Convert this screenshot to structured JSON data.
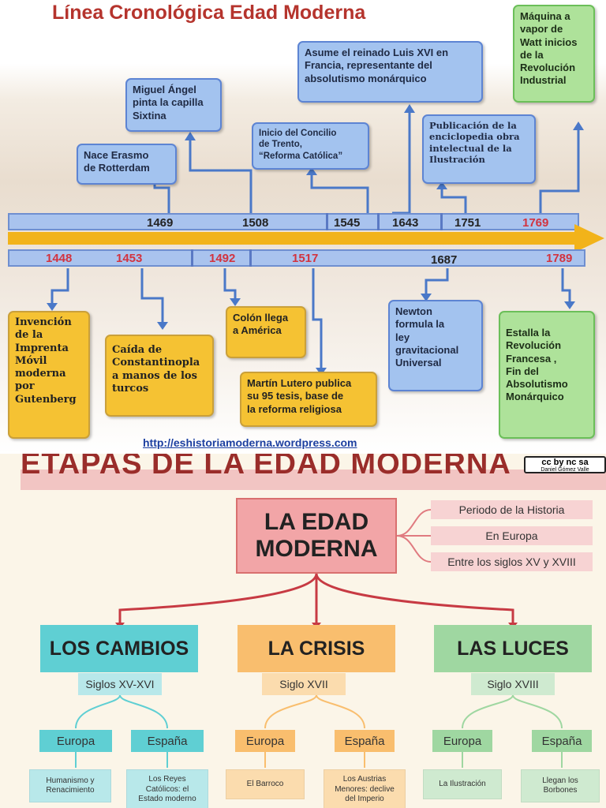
{
  "timeline": {
    "title": "Línea Cronológica Edad Moderna",
    "upper_years": [
      "1469",
      "1508",
      "1545",
      "1643",
      "1751",
      "1769"
    ],
    "lower_years": [
      "1448",
      "1453",
      "1492",
      "1517",
      "1687",
      "1789"
    ],
    "events_above": [
      {
        "text": "Nace Erasmo\nde Rotterdam",
        "year": "1469"
      },
      {
        "text": "Miguel Ángel\npinta la capilla\nSixtina",
        "year": "1508"
      },
      {
        "text": "Inicio del Concilio\nde Trento,\n“Reforma Católica”",
        "year": "1545"
      },
      {
        "text": "Asume el reinado Luis XVI  en\nFrancia,  representante del\nabsolutismo monárquico",
        "year": "1643"
      },
      {
        "text": "Publicación de la\nenciclopedia obra\nintelectual  de la\nIlustración",
        "year": "1751"
      },
      {
        "text": "Máquina a\nvapor de\nWatt inicios\nde la\nRevolución\nIndustrial",
        "year": "1769"
      }
    ],
    "events_below": [
      {
        "text": "Invención\nde la\nImprenta\nMóvil\nmoderna\npor\nGutenberg",
        "year": "1448"
      },
      {
        "text": "Caída de\nConstantinopla\na manos de los\nturcos",
        "year": "1453"
      },
      {
        "text": "Colón llega\na América",
        "year": "1492"
      },
      {
        "text": "Martín Lutero publica\nsu 95  tesis, base de\nla  reforma religiosa",
        "year": "1517"
      },
      {
        "text": "Newton\nformula la\nley\ngravitacional\nUniversal",
        "year": "1687"
      },
      {
        "text": "Estalla la\nRevolución\nFrancesa ,\nFin del\nAbsolutismo\nMonárquico",
        "year": "1789"
      }
    ],
    "source": "http://eshistoriamoderna.wordpress.com",
    "colors": {
      "blue_box": "#a3c3ef",
      "yellow_box": "#f5c233",
      "green_box": "#aee29a",
      "title": "#b5342d",
      "red_year": "#d2333f"
    }
  },
  "etapas": {
    "title": "ETAPAS DE LA EDAD MODERNA",
    "license": {
      "badge": "cc by nc sa",
      "author": "Daniel Gómez Valle"
    },
    "main": "LA EDAD\nMODERNA",
    "definitions": [
      "Periodo de la Historia",
      "En Europa",
      "Entre los siglos XV y XVIII"
    ],
    "stages": [
      {
        "name": "LOS CAMBIOS",
        "century": "Siglos XV-XVI",
        "regions": [
          "Europa",
          "España"
        ],
        "facts": [
          "Humanismo y\nRenacimiento",
          "Los Reyes\nCatólicos: el\nEstado moderno"
        ],
        "color": "#5fcfd3",
        "light": "#b8e8ea"
      },
      {
        "name": "LA CRISIS",
        "century": "Siglo XVII",
        "regions": [
          "Europa",
          "España"
        ],
        "facts": [
          "El Barroco",
          "Los Austrias\nMenores: declive\ndel Imperio"
        ],
        "color": "#f9be6e",
        "light": "#fbdcae"
      },
      {
        "name": "LAS LUCES",
        "century": "Siglo XVIII",
        "regions": [
          "Europa",
          "España"
        ],
        "facts": [
          "La Ilustración",
          "Llegan los\nBorbones"
        ],
        "color": "#9fd7a1",
        "light": "#cfead0"
      }
    ]
  }
}
